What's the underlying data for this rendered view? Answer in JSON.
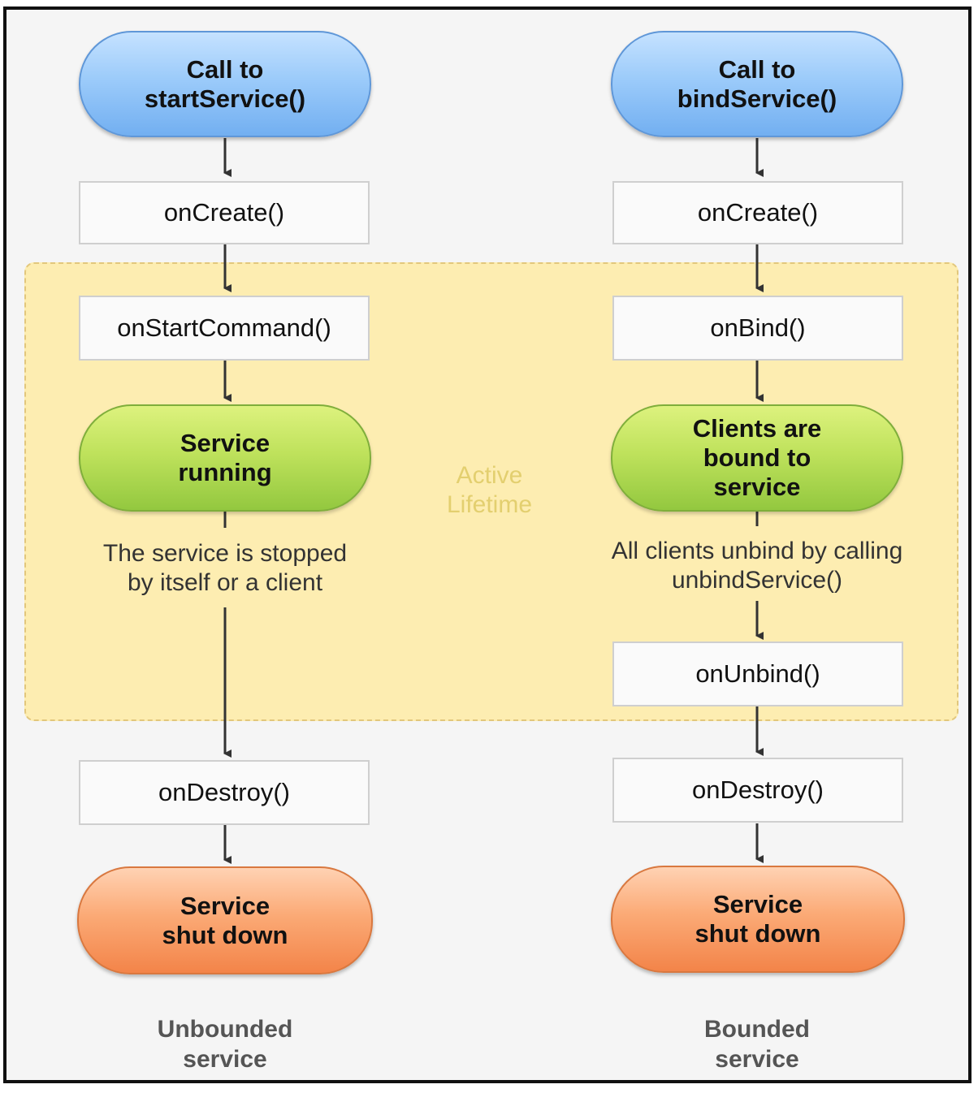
{
  "active_lifetime_label": "Active\nLifetime",
  "left": {
    "start": "Call to\nstartService()",
    "on_create": "onCreate()",
    "on_start_command": "onStartCommand()",
    "running": "Service\nrunning",
    "stop_note": "The service is stopped\nby itself or a client",
    "on_destroy": "onDestroy()",
    "shut_down": "Service\nshut down",
    "caption": "Unbounded\nservice"
  },
  "right": {
    "start": "Call to\nbindService()",
    "on_create": "onCreate()",
    "on_bind": "onBind()",
    "bound": "Clients are\nbound to\nservice",
    "unbind_note": "All clients unbind by calling\nunbindService()",
    "on_unbind": "onUnbind()",
    "on_destroy": "onDestroy()",
    "shut_down": "Service\nshut down",
    "caption": "Bounded\nservice"
  },
  "colors": {
    "start_node": "#9ccbfa",
    "active_node": "#bfe25c",
    "end_node": "#fbaa76",
    "active_zone": "#fdedb1",
    "active_label": "#e3cf6f"
  }
}
